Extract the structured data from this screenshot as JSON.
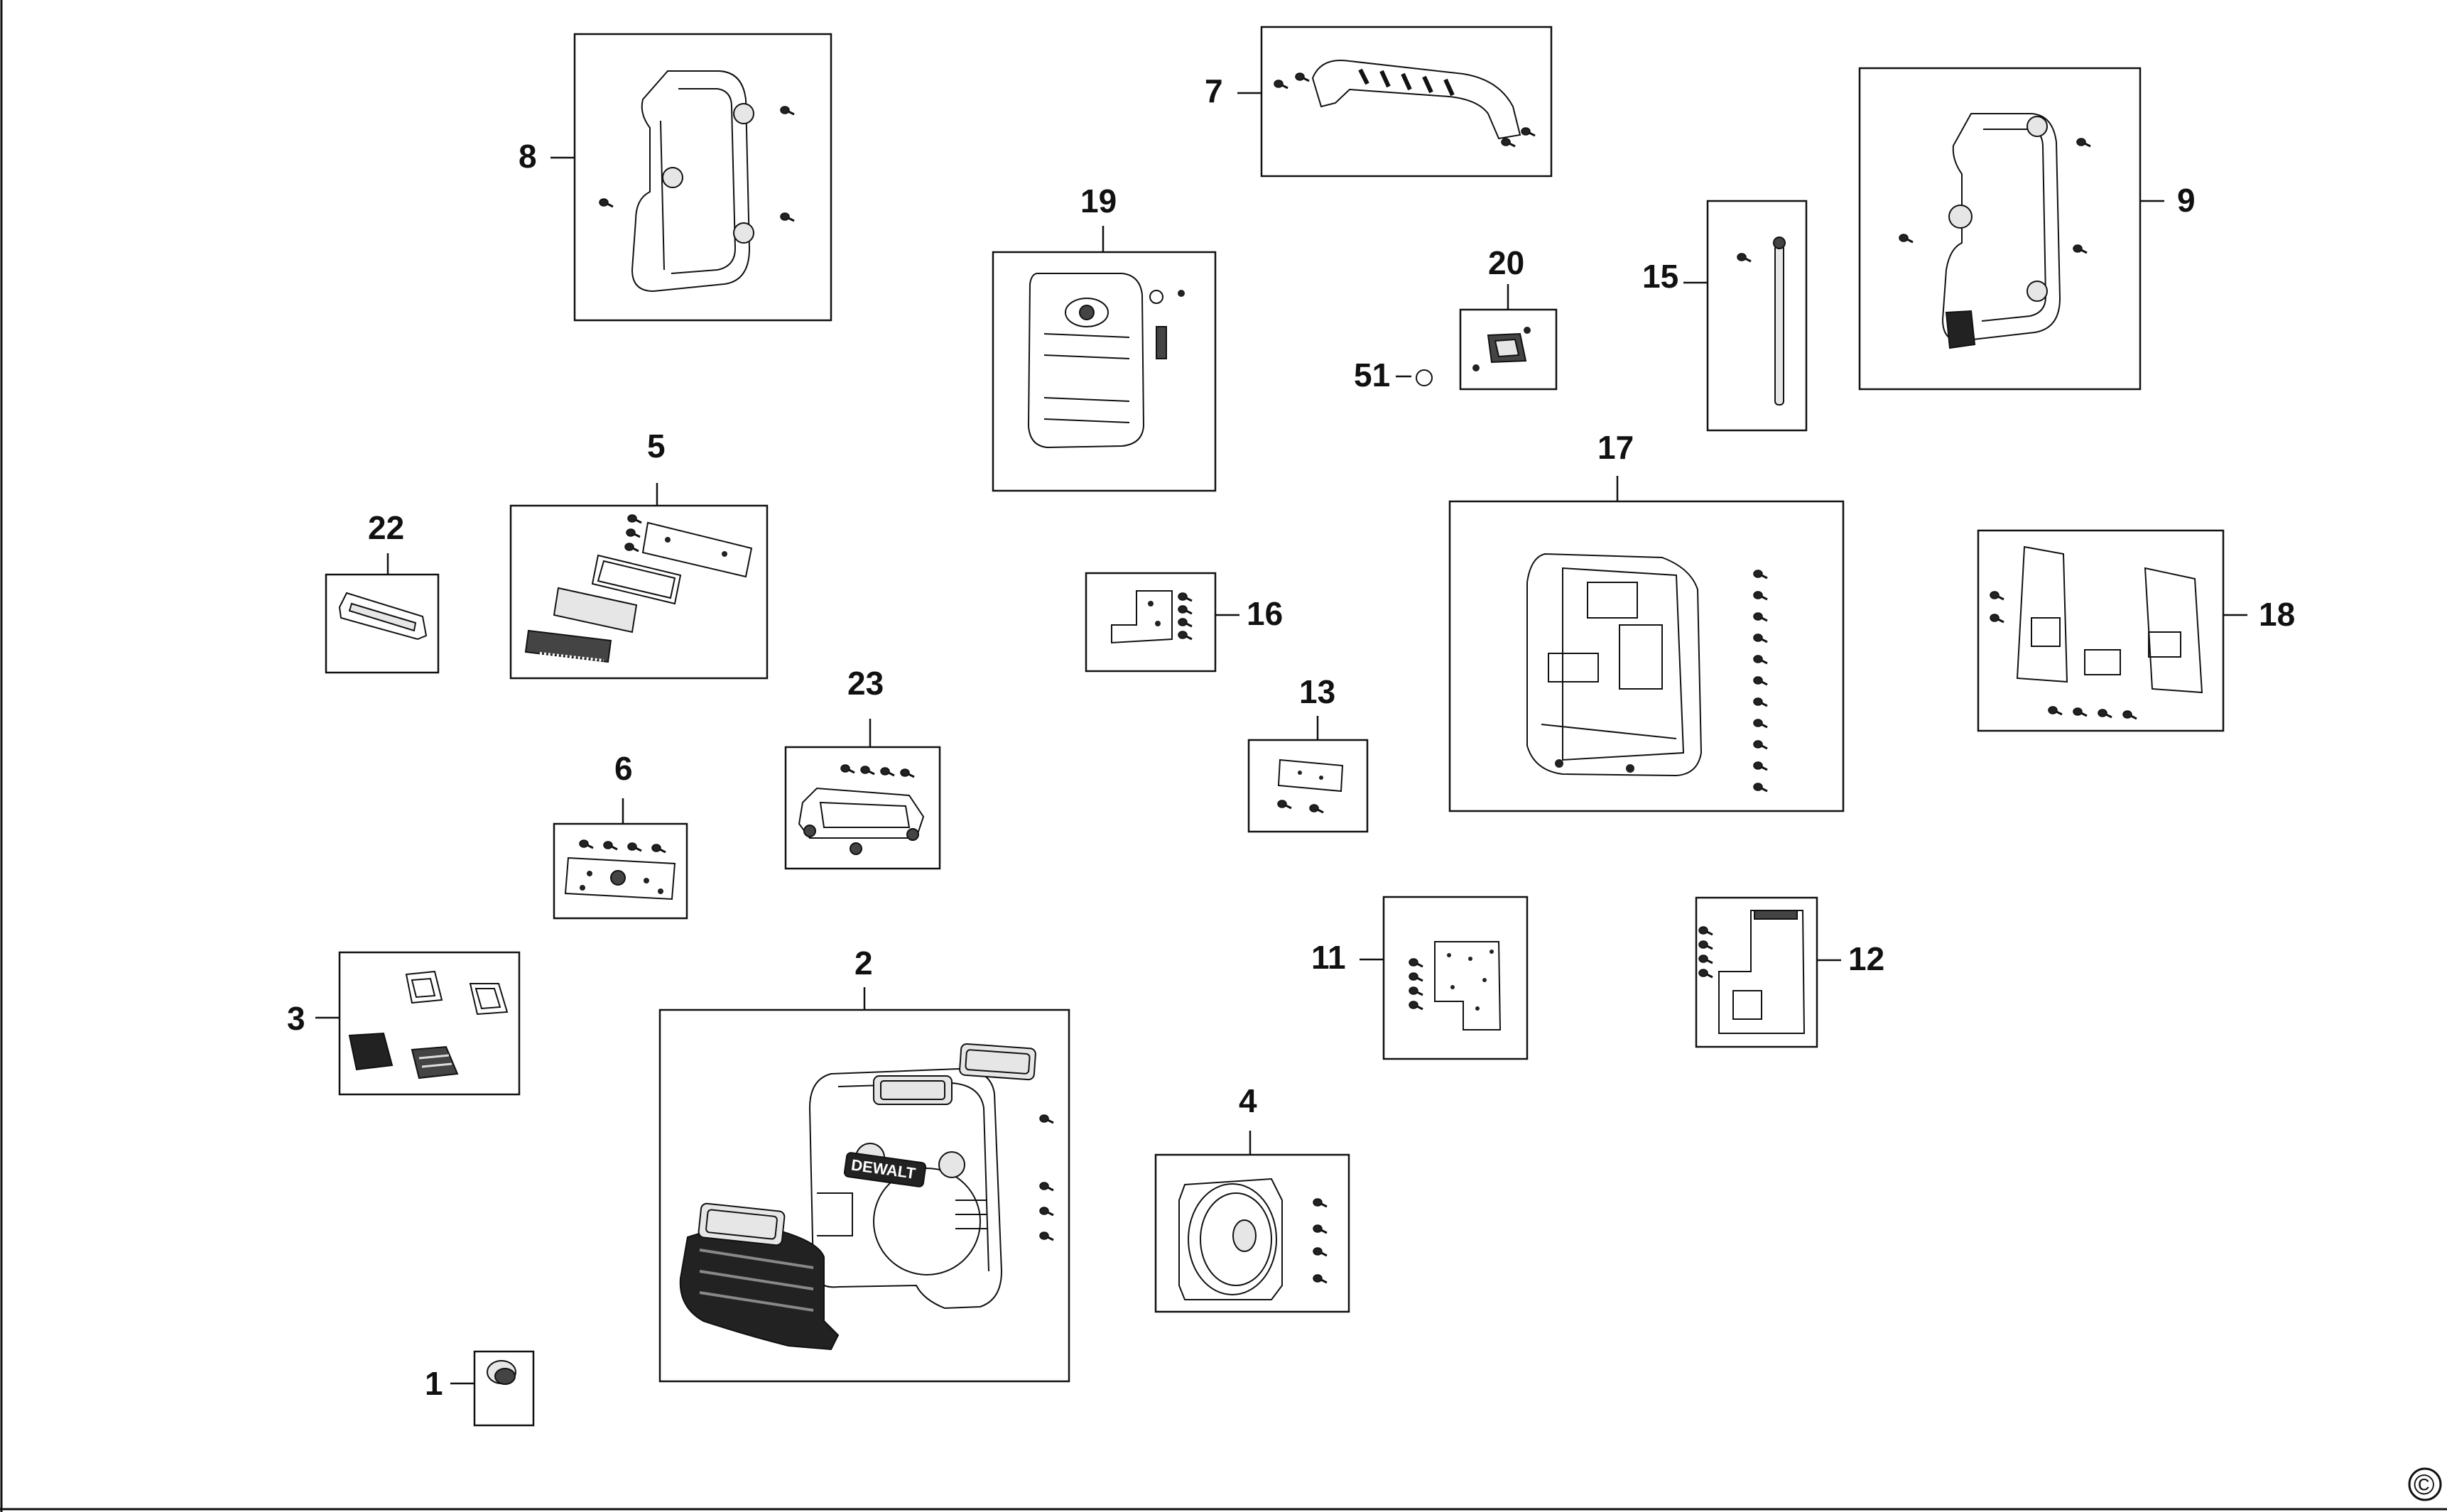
{
  "diagram": {
    "type": "exploded parts diagram",
    "brand_mark": "DEWALT",
    "copyright_symbol": "©",
    "callouts": [
      {
        "id": "c1",
        "label": "1"
      },
      {
        "id": "c2",
        "label": "2"
      },
      {
        "id": "c3",
        "label": "3"
      },
      {
        "id": "c4",
        "label": "4"
      },
      {
        "id": "c5",
        "label": "5"
      },
      {
        "id": "c6",
        "label": "6"
      },
      {
        "id": "c7",
        "label": "7"
      },
      {
        "id": "c8",
        "label": "8"
      },
      {
        "id": "c9",
        "label": "9"
      },
      {
        "id": "c11",
        "label": "11"
      },
      {
        "id": "c12",
        "label": "12"
      },
      {
        "id": "c13",
        "label": "13"
      },
      {
        "id": "c15",
        "label": "15"
      },
      {
        "id": "c16",
        "label": "16"
      },
      {
        "id": "c17",
        "label": "17"
      },
      {
        "id": "c18",
        "label": "18"
      },
      {
        "id": "c19",
        "label": "19"
      },
      {
        "id": "c20",
        "label": "20"
      },
      {
        "id": "c22",
        "label": "22"
      },
      {
        "id": "c23",
        "label": "23"
      },
      {
        "id": "c51",
        "label": "51"
      }
    ]
  }
}
